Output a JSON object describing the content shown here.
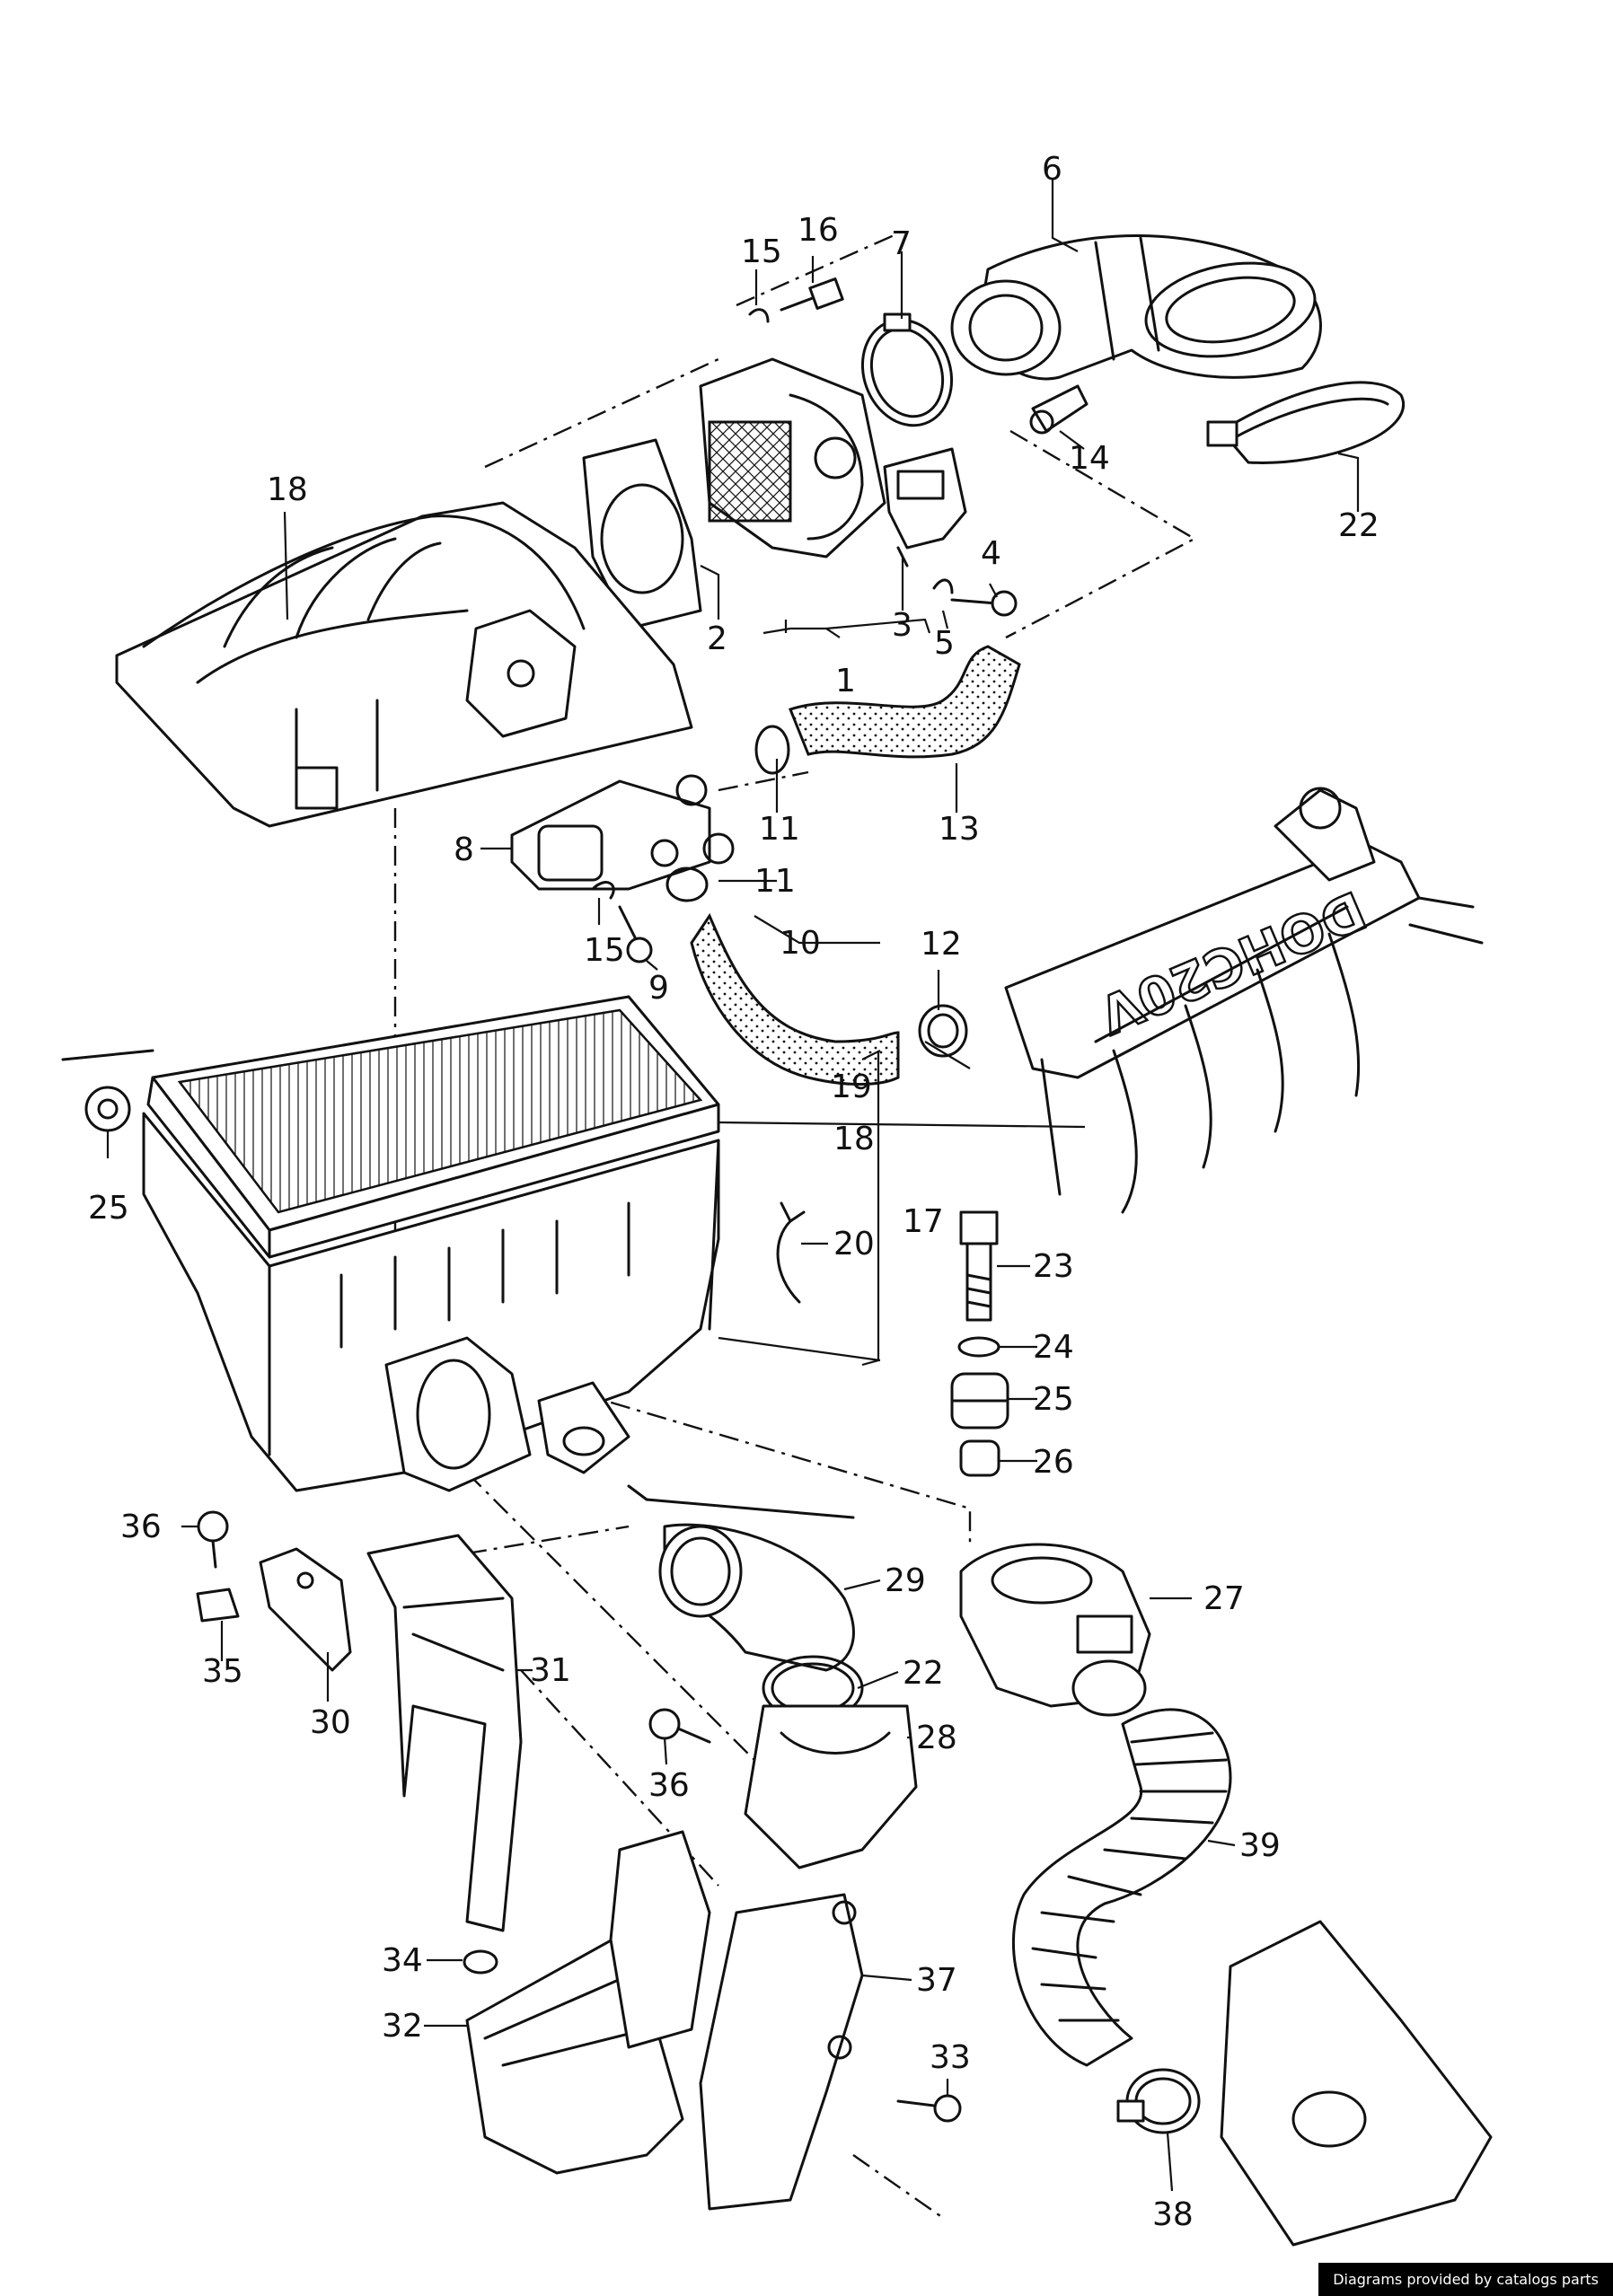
{
  "credit": "Diagrams provided by catalogs parts",
  "engine_lettering": "DOHC20V",
  "part_numbers": [
    "1",
    "2",
    "3",
    "4",
    "5",
    "6",
    "7",
    "8",
    "9",
    "10",
    "11",
    "11",
    "12",
    "13",
    "14",
    "15",
    "15",
    "16",
    "17",
    "18",
    "18",
    "19",
    "20",
    "22",
    "22",
    "23",
    "24",
    "25",
    "25",
    "26",
    "27",
    "28",
    "29",
    "30",
    "31",
    "32",
    "33",
    "34",
    "35",
    "36",
    "36",
    "37",
    "38",
    "39"
  ]
}
